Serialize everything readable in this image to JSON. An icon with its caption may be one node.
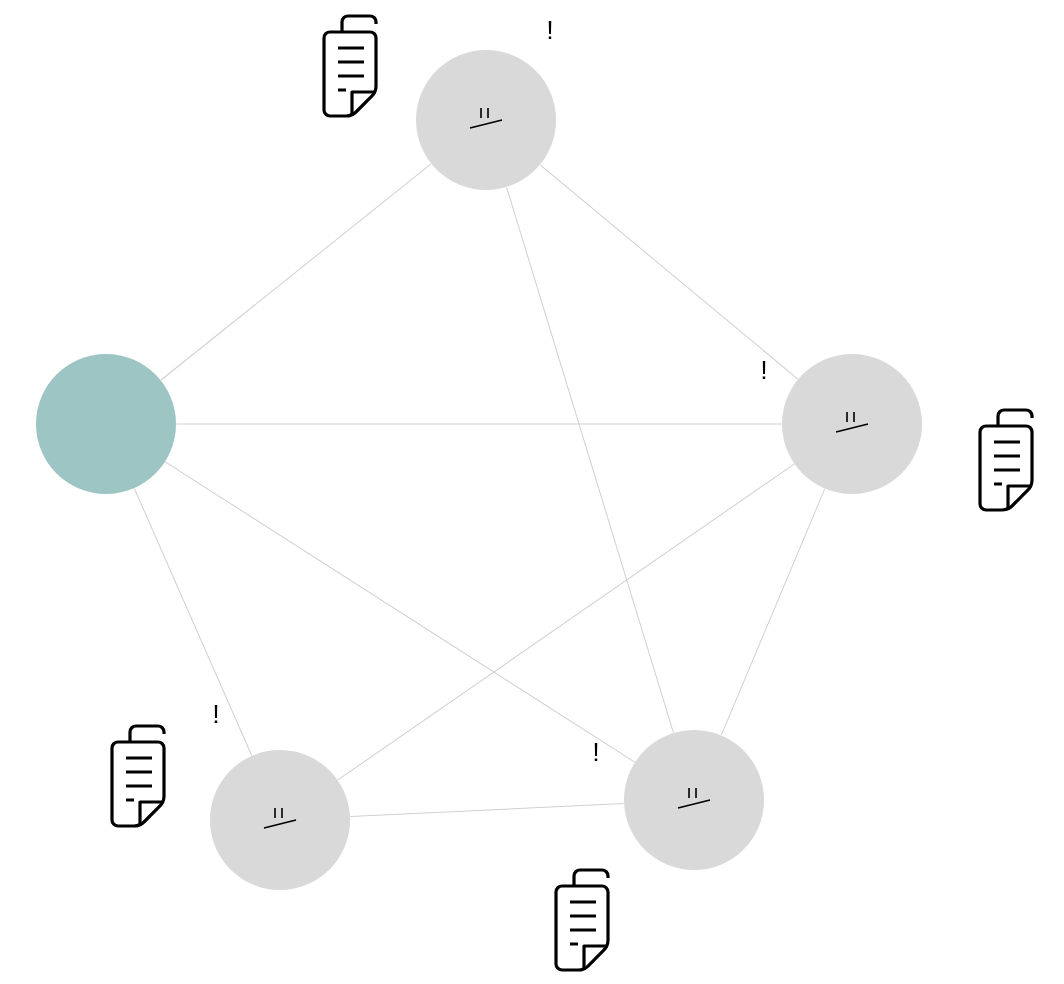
{
  "diagram": {
    "nodes": [
      {
        "text": [],
        "shape": "circle"
      },
      {
        "text": [],
        "shape": "circle"
      },
      {
        "text": [],
        "shape": "circle"
      },
      {
        "text": [],
        "shape": "circle"
      },
      {
        "text": [],
        "shape": "circle"
      }
    ],
    "edges": [
      {
        "from": 0,
        "to": 1,
        "arrow": "none"
      },
      {
        "from": 0,
        "to": 2,
        "arrow": "none"
      },
      {
        "from": 0,
        "to": 3,
        "arrow": "none"
      },
      {
        "from": 0,
        "to": 4,
        "arrow": "none"
      },
      {
        "from": 1,
        "to": 2,
        "arrow": "none"
      },
      {
        "from": 1,
        "to": 4,
        "arrow": "none"
      },
      {
        "from": 2,
        "to": 3,
        "arrow": "none"
      },
      {
        "from": 2,
        "to": 4,
        "arrow": "none"
      },
      {
        "from": 3,
        "to": 4,
        "arrow": "none"
      }
    ],
    "labels": [
      "!",
      "!",
      "!",
      "!"
    ]
  }
}
